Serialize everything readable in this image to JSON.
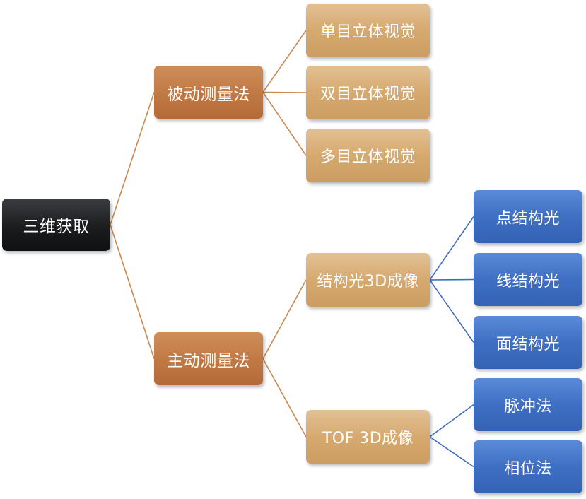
{
  "colors": {
    "root": "#1b1c1e",
    "level1": "#c27a45",
    "leaf_orange": "#d6a96f",
    "leaf_blue": "#3f6fc3",
    "connector_orange": "#c88a52",
    "connector_blue": "#3d6bbf"
  },
  "diagram": {
    "root": "三维获取",
    "passive": {
      "label": "被动测量法",
      "children": [
        "单目立体视觉",
        "双目立体视觉",
        "多目立体视觉"
      ]
    },
    "active": {
      "label": "主动测量法",
      "structured_light": {
        "label": "结构光3D成像",
        "children": [
          "点结构光",
          "线结构光",
          "面结构光"
        ]
      },
      "tof": {
        "label": "TOF 3D成像",
        "children": [
          "脉冲法",
          "相位法"
        ]
      }
    }
  }
}
